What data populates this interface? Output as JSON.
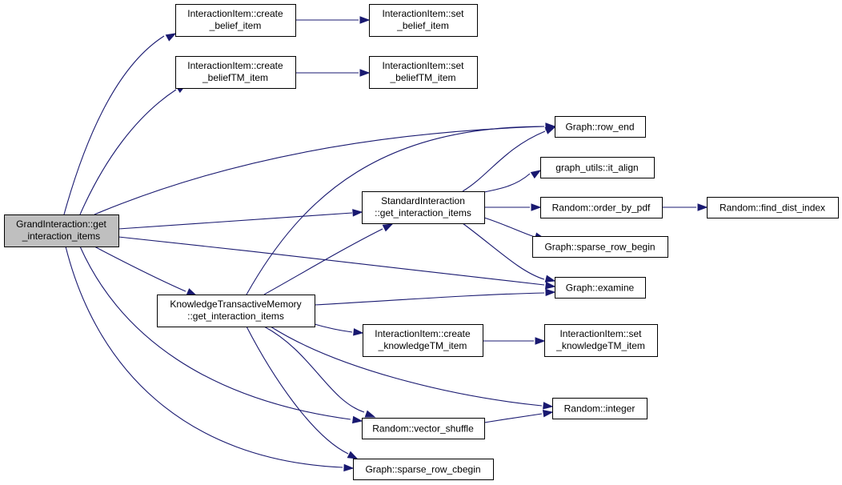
{
  "nodes": {
    "grand": {
      "lines": [
        "GrandInteraction::get",
        "_interaction_items"
      ]
    },
    "cbi": {
      "lines": [
        "InteractionItem::create",
        "_belief_item"
      ]
    },
    "sbi": {
      "lines": [
        "InteractionItem::set",
        "_belief_item"
      ]
    },
    "cbtm": {
      "lines": [
        "InteractionItem::create",
        "_beliefTM_item"
      ]
    },
    "sbtm": {
      "lines": [
        "InteractionItem::set",
        "_beliefTM_item"
      ]
    },
    "rowend": {
      "lines": [
        "Graph::row_end"
      ]
    },
    "align": {
      "lines": [
        "graph_utils::it_align"
      ]
    },
    "std": {
      "lines": [
        "StandardInteraction",
        "::get_interaction_items"
      ]
    },
    "opdf": {
      "lines": [
        "Random::order_by_pdf"
      ]
    },
    "fdi": {
      "lines": [
        "Random::find_dist_index"
      ]
    },
    "srb": {
      "lines": [
        "Graph::sparse_row_begin"
      ]
    },
    "exam": {
      "lines": [
        "Graph::examine"
      ]
    },
    "ktm": {
      "lines": [
        "KnowledgeTransactiveMemory",
        "::get_interaction_items"
      ]
    },
    "ckt": {
      "lines": [
        "InteractionItem::create",
        "_knowledgeTM_item"
      ]
    },
    "skt": {
      "lines": [
        "InteractionItem::set",
        "_knowledgeTM_item"
      ]
    },
    "integer": {
      "lines": [
        "Random::integer"
      ]
    },
    "vshuf": {
      "lines": [
        "Random::vector_shuffle"
      ]
    },
    "srcb": {
      "lines": [
        "Graph::sparse_row_cbegin"
      ]
    }
  },
  "edges": [
    {
      "from": "grand",
      "to": "cbi"
    },
    {
      "from": "grand",
      "to": "cbtm"
    },
    {
      "from": "grand",
      "to": "rowend"
    },
    {
      "from": "grand",
      "to": "std"
    },
    {
      "from": "grand",
      "to": "exam"
    },
    {
      "from": "grand",
      "to": "ktm"
    },
    {
      "from": "grand",
      "to": "vshuf"
    },
    {
      "from": "grand",
      "to": "srcb"
    },
    {
      "from": "cbi",
      "to": "sbi"
    },
    {
      "from": "cbtm",
      "to": "sbtm"
    },
    {
      "from": "std",
      "to": "rowend"
    },
    {
      "from": "std",
      "to": "align"
    },
    {
      "from": "std",
      "to": "opdf"
    },
    {
      "from": "std",
      "to": "srb"
    },
    {
      "from": "std",
      "to": "exam"
    },
    {
      "from": "opdf",
      "to": "fdi"
    },
    {
      "from": "ktm",
      "to": "rowend"
    },
    {
      "from": "ktm",
      "to": "std"
    },
    {
      "from": "ktm",
      "to": "exam"
    },
    {
      "from": "ktm",
      "to": "ckt"
    },
    {
      "from": "ktm",
      "to": "integer"
    },
    {
      "from": "ktm",
      "to": "vshuf"
    },
    {
      "from": "ktm",
      "to": "srcb"
    },
    {
      "from": "ckt",
      "to": "skt"
    },
    {
      "from": "vshuf",
      "to": "integer"
    }
  ]
}
